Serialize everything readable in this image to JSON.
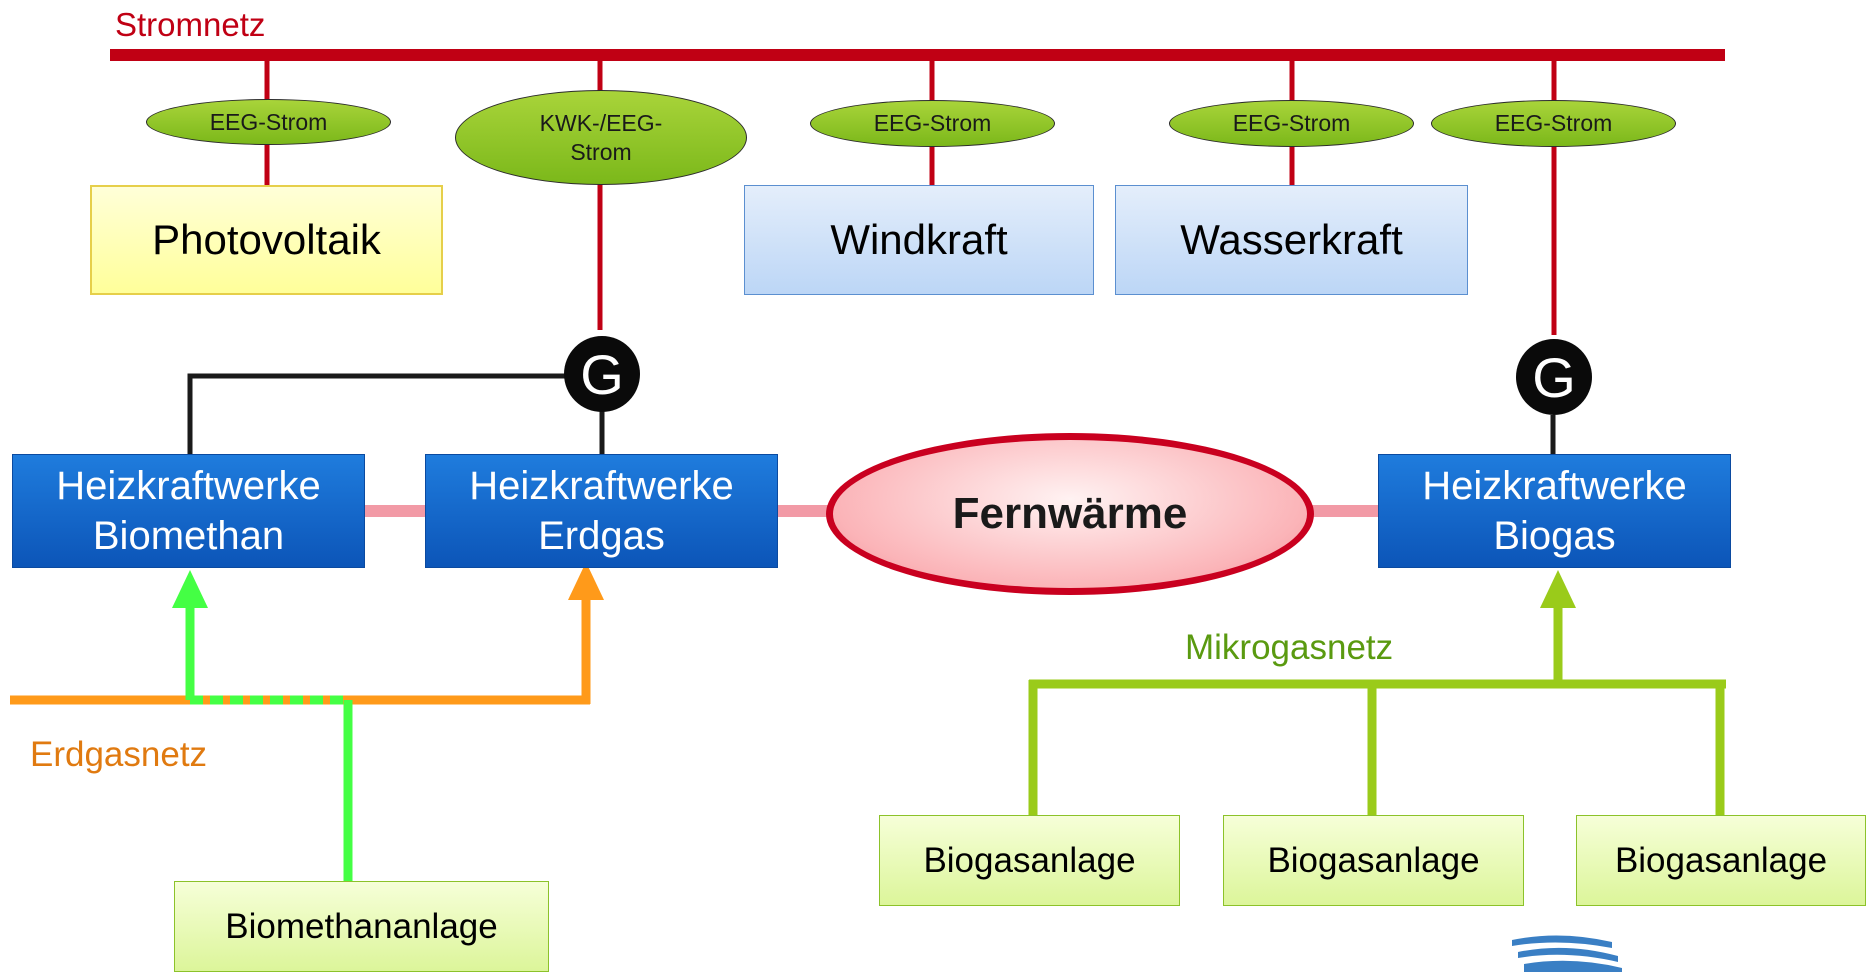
{
  "labels": {
    "stromnetz": "Stromnetz",
    "erdgasnetz": "Erdgasnetz",
    "mikrogasnetz": "Mikrogasnetz"
  },
  "ellipses": {
    "e1": "EEG-Strom",
    "e2_line1": "KWK-/EEG-",
    "e2_line2": "Strom",
    "e3": "EEG-Strom",
    "e4": "EEG-Strom",
    "e5": "EEG-Strom"
  },
  "boxes": {
    "photovoltaik": "Photovoltaik",
    "windkraft": "Windkraft",
    "wasserkraft": "Wasserkraft",
    "hkw_biomethan_l1": "Heizkraftwerke",
    "hkw_biomethan_l2": "Biomethan",
    "hkw_erdgas_l1": "Heizkraftwerke",
    "hkw_erdgas_l2": "Erdgas",
    "hkw_biogas_l1": "Heizkraftwerke",
    "hkw_biogas_l2": "Biogas",
    "fernwaerme": "Fernwärme",
    "biomethananlage": "Biomethananlage",
    "biogasanlage_1": "Biogasanlage",
    "biogasanlage_2": "Biogasanlage",
    "biogasanlage_3": "Biogasanlage"
  },
  "generators": {
    "g1": "G",
    "g2": "G"
  },
  "colors": {
    "strom": "#c00014",
    "erdgas": "#ff9a1a",
    "biomethan": "#44ff44",
    "mikrogas": "#9acb1a",
    "waerme": "#f29aa6",
    "text_orange": "#e07a10",
    "text_green": "#5a9a10",
    "text_red": "#c00014"
  }
}
